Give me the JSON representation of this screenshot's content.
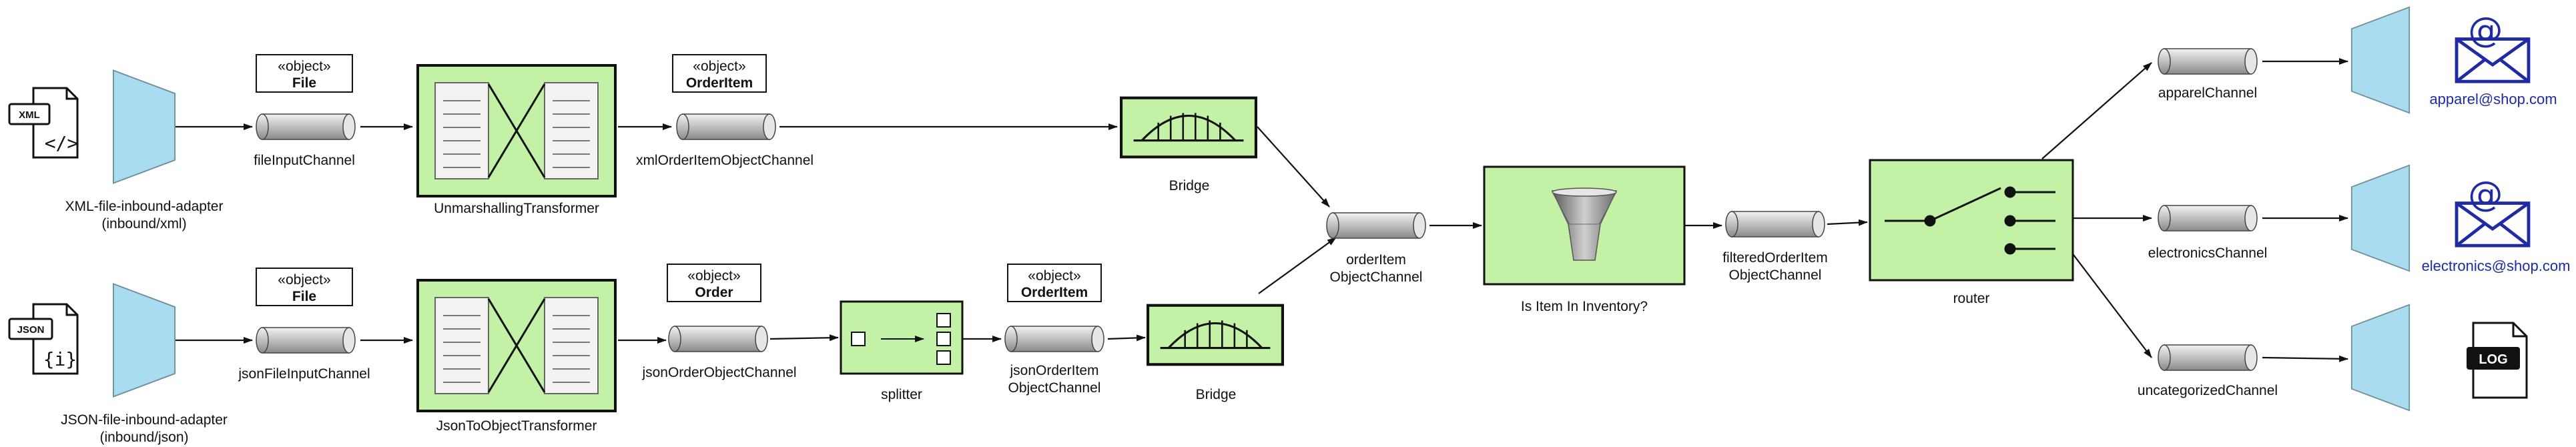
{
  "colors": {
    "component": "#c3f2a6",
    "adapter": "#a9dcee",
    "email": "#1f2aa5",
    "channel": "#a8a8a8"
  },
  "adapters": {
    "xml": {
      "name": "XML-file-inbound-adapter",
      "sub": "(inbound/xml)",
      "icon_tag": "XML",
      "icon": "xml-file-icon"
    },
    "json": {
      "name": "JSON-file-inbound-adapter",
      "sub": "(inbound/json)",
      "icon_tag": "JSON",
      "icon": "json-file-icon"
    }
  },
  "channels": {
    "fileInput": "fileInputChannel",
    "jsonFileInput": "jsonFileInputChannel",
    "xmlOrderItemObject": "xmlOrderItemObjectChannel",
    "jsonOrderObject": "jsonOrderObjectChannel",
    "jsonOrderItemObject": [
      "jsonOrderItem",
      "ObjectChannel"
    ],
    "orderItemObject": [
      "orderItem",
      "ObjectChannel"
    ],
    "filteredOrderItemObject": [
      "filteredOrderItem",
      "ObjectChannel"
    ],
    "apparel": "apparelChannel",
    "electronics": "electronicsChannel",
    "uncategorized": "uncategorizedChannel"
  },
  "payloads": {
    "file1": {
      "stereotype": "«object»",
      "type": "File"
    },
    "file2": {
      "stereotype": "«object»",
      "type": "File"
    },
    "orderItem1": {
      "stereotype": "«object»",
      "type": "OrderItem"
    },
    "order": {
      "stereotype": "«object»",
      "type": "Order"
    },
    "orderItem2": {
      "stereotype": "«object»",
      "type": "OrderItem"
    }
  },
  "components": {
    "unmarshallingTransformer": "UnmarshallingTransformer",
    "jsonToObjectTransformer": "JsonToObjectTransformer",
    "bridge1": "Bridge",
    "bridge2": "Bridge",
    "splitter": "splitter",
    "filter": "Is Item In Inventory?",
    "router": "router"
  },
  "outputs": {
    "apparel_email": "apparel@shop.com",
    "electronics_email": "electronics@shop.com",
    "log_tag": "LOG"
  }
}
